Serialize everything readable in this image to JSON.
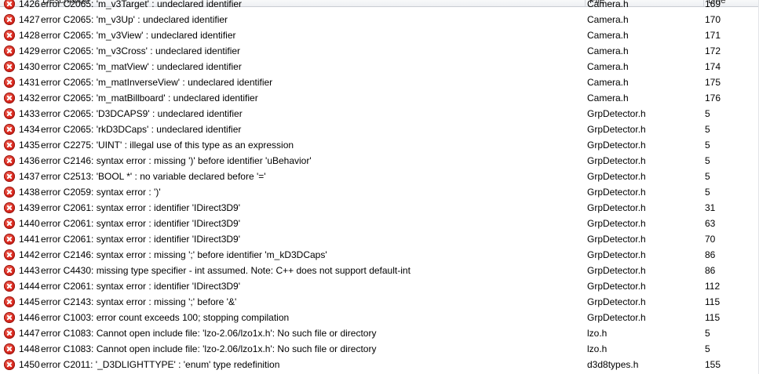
{
  "header": {
    "description": "Description",
    "file": "File",
    "line": "Line"
  },
  "rows": [
    {
      "num": "1426",
      "desc": "error C2065: 'm_v3Target' : undeclared identifier",
      "file": "Camera.h",
      "line": "169"
    },
    {
      "num": "1427",
      "desc": "error C2065: 'm_v3Up' : undeclared identifier",
      "file": "Camera.h",
      "line": "170"
    },
    {
      "num": "1428",
      "desc": "error C2065: 'm_v3View' : undeclared identifier",
      "file": "Camera.h",
      "line": "171"
    },
    {
      "num": "1429",
      "desc": "error C2065: 'm_v3Cross' : undeclared identifier",
      "file": "Camera.h",
      "line": "172"
    },
    {
      "num": "1430",
      "desc": "error C2065: 'm_matView' : undeclared identifier",
      "file": "Camera.h",
      "line": "174"
    },
    {
      "num": "1431",
      "desc": "error C2065: 'm_matInverseView' : undeclared identifier",
      "file": "Camera.h",
      "line": "175"
    },
    {
      "num": "1432",
      "desc": "error C2065: 'm_matBillboard' : undeclared identifier",
      "file": "Camera.h",
      "line": "176"
    },
    {
      "num": "1433",
      "desc": "error C2065: 'D3DCAPS9' : undeclared identifier",
      "file": "GrpDetector.h",
      "line": "5"
    },
    {
      "num": "1434",
      "desc": "error C2065: 'rkD3DCaps' : undeclared identifier",
      "file": "GrpDetector.h",
      "line": "5"
    },
    {
      "num": "1435",
      "desc": "error C2275: 'UINT' : illegal use of this type as an expression",
      "file": "GrpDetector.h",
      "line": "5"
    },
    {
      "num": "1436",
      "desc": "error C2146: syntax error : missing ')' before identifier 'uBehavior'",
      "file": "GrpDetector.h",
      "line": "5"
    },
    {
      "num": "1437",
      "desc": "error C2513: 'BOOL *' : no variable declared before '='",
      "file": "GrpDetector.h",
      "line": "5"
    },
    {
      "num": "1438",
      "desc": "error C2059: syntax error : ')'",
      "file": "GrpDetector.h",
      "line": "5"
    },
    {
      "num": "1439",
      "desc": "error C2061: syntax error : identifier 'IDirect3D9'",
      "file": "GrpDetector.h",
      "line": "31"
    },
    {
      "num": "1440",
      "desc": "error C2061: syntax error : identifier 'IDirect3D9'",
      "file": "GrpDetector.h",
      "line": "63"
    },
    {
      "num": "1441",
      "desc": "error C2061: syntax error : identifier 'IDirect3D9'",
      "file": "GrpDetector.h",
      "line": "70"
    },
    {
      "num": "1442",
      "desc": "error C2146: syntax error : missing ';' before identifier 'm_kD3DCaps'",
      "file": "GrpDetector.h",
      "line": "86"
    },
    {
      "num": "1443",
      "desc": "error C4430: missing type specifier - int assumed. Note: C++ does not support default-int",
      "file": "GrpDetector.h",
      "line": "86"
    },
    {
      "num": "1444",
      "desc": "error C2061: syntax error : identifier 'IDirect3D9'",
      "file": "GrpDetector.h",
      "line": "112"
    },
    {
      "num": "1445",
      "desc": "error C2143: syntax error : missing ';' before '&'",
      "file": "GrpDetector.h",
      "line": "115"
    },
    {
      "num": "1446",
      "desc": "error C1003: error count exceeds 100; stopping compilation",
      "file": "GrpDetector.h",
      "line": "115"
    },
    {
      "num": "1447",
      "desc": "error C1083: Cannot open include file: 'lzo-2.06/lzo1x.h': No such file or directory",
      "file": "lzo.h",
      "line": "5"
    },
    {
      "num": "1448",
      "desc": "error C1083: Cannot open include file: 'lzo-2.06/lzo1x.h': No such file or directory",
      "file": "lzo.h",
      "line": "5"
    },
    {
      "num": "1450",
      "desc": "error C2011: '_D3DLIGHTTYPE' : 'enum' type redefinition",
      "file": "d3d8types.h",
      "line": "155"
    }
  ]
}
